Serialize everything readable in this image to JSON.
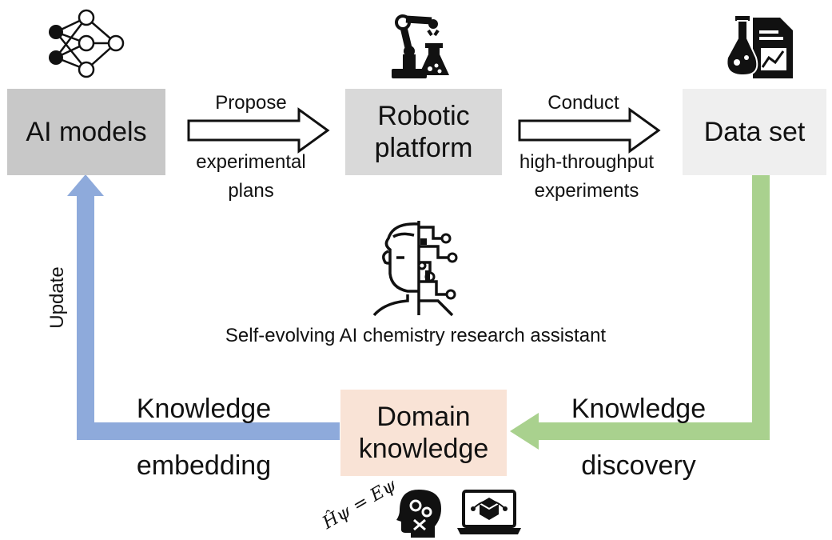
{
  "nodes": {
    "ai_models": "AI models",
    "robotic_platform_line1": "Robotic",
    "robotic_platform_line2": "platform",
    "data_set": "Data set",
    "domain_knowledge_line1": "Domain",
    "domain_knowledge_line2": "knowledge"
  },
  "edges": {
    "propose": "Propose",
    "experimental": "experimental",
    "plans": "plans",
    "conduct": "Conduct",
    "high_throughput": "high-throughput",
    "experiments": "experiments",
    "update": "Update",
    "knowledge_embedding_1": "Knowledge",
    "knowledge_embedding_2": "embedding",
    "knowledge_discovery_1": "Knowledge",
    "knowledge_discovery_2": "discovery"
  },
  "center_caption": "Self-evolving AI chemistry research assistant",
  "equation": "Ĥψ = Eψ",
  "colors": {
    "ai_box": "#c8c8c8",
    "robot_box": "#d9d9d9",
    "data_box": "#efefef",
    "domain_box": "#f9e3d6",
    "blue_arrow": "#8eaadb",
    "green_arrow": "#a9d18e"
  },
  "icons": [
    "neural-network-icon",
    "robot-arm-flask-icon",
    "lab-report-icon",
    "human-robot-face-icon",
    "head-gears-icon",
    "laptop-cube-icon"
  ]
}
